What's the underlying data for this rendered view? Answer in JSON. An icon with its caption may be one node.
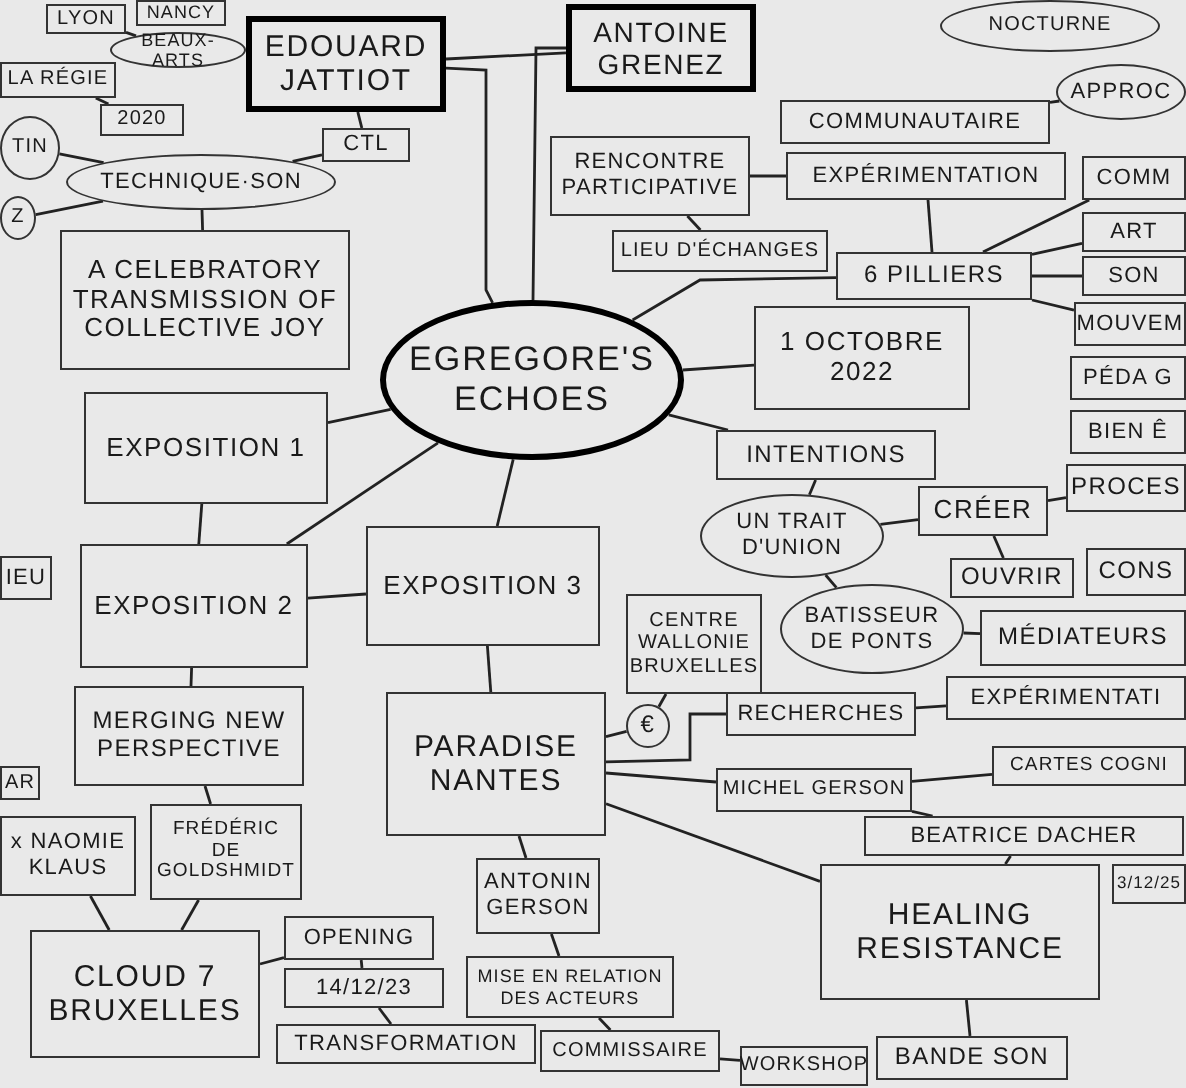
{
  "diagram": {
    "nodes": [
      {
        "text": [
          "EGREGORE'S ECHOES"
        ]
      },
      {
        "text": [
          "EDOUARD JATTIOT"
        ]
      },
      {
        "text": [
          "ANTOINE GRENEZ"
        ]
      },
      {
        "text": [
          "LYON"
        ]
      },
      {
        "text": [
          "NANCY"
        ]
      },
      {
        "text": [
          "BEAUX-ARTS"
        ]
      },
      {
        "text": [
          "LA RÉGIE"
        ]
      },
      {
        "text": [
          "2020"
        ]
      },
      {
        "text": [
          "CTL"
        ]
      },
      {
        "text": [
          "TIN"
        ]
      },
      {
        "text": [
          "TECHNIQUE·SON"
        ]
      },
      {
        "text": [
          "Z"
        ]
      },
      {
        "text": [
          "RENCONTRE PARTICIPATIVE"
        ]
      },
      {
        "text": [
          "COMMUNAUTAIRE"
        ]
      },
      {
        "text": [
          "EXPÉRIMENTATION"
        ]
      },
      {
        "text": [
          "LIEU D'ÉCHANGES"
        ]
      },
      {
        "text": [
          "NOCTURNE"
        ]
      },
      {
        "text": [
          "APPROC"
        ]
      },
      {
        "text": [
          "COMM"
        ]
      },
      {
        "text": [
          "ART"
        ]
      },
      {
        "text": [
          "SON"
        ]
      },
      {
        "text": [
          "MOUVEM"
        ]
      },
      {
        "text": [
          "PÉDA G"
        ]
      },
      {
        "text": [
          "BIEN Ê"
        ]
      },
      {
        "text": [
          "A CELEBRATORY TRANSMISSION OF COLLECTIVE JOY"
        ]
      },
      {
        "text": [
          "6 PILLIERS"
        ]
      },
      {
        "text": [
          "1 OCTOBRE 2022"
        ]
      },
      {
        "text": [
          "EXPOSITION 1"
        ]
      },
      {
        "text": [
          "INTENTIONS"
        ]
      },
      {
        "text": [
          "UN TRAIT D'UNION"
        ]
      },
      {
        "text": [
          "CRÉER"
        ]
      },
      {
        "text": [
          "PROCES"
        ]
      },
      {
        "text": [
          "CONS"
        ]
      },
      {
        "text": [
          "OUVRIR"
        ]
      },
      {
        "text": [
          "IEU"
        ]
      },
      {
        "text": [
          "EXPOSITION 3"
        ]
      },
      {
        "text": [
          "EXPOSITION 2"
        ]
      },
      {
        "text": [
          "CENTRE WALLONIE BRUXELLES"
        ]
      },
      {
        "text": [
          "BATISSEUR DE PONTS"
        ]
      },
      {
        "text": [
          "MÉDIATEURS"
        ]
      },
      {
        "text": [
          "EXPÉRIMENTATI"
        ]
      },
      {
        "text": [
          "MERGING NEW PERSPECTIVE"
        ]
      },
      {
        "text": [
          "PARADISE NANTES"
        ]
      },
      {
        "text": [
          "€"
        ]
      },
      {
        "text": [
          "RECHERCHES"
        ]
      },
      {
        "text": [
          "CARTES COGNI"
        ]
      },
      {
        "text": [
          "MICHEL GERSON"
        ]
      },
      {
        "text": [
          "AR"
        ]
      },
      {
        "text": [
          "BEATRICE DACHER"
        ]
      },
      {
        "text": [
          "x NAOMIE KLAUS"
        ]
      },
      {
        "text": [
          "FRÉDÉRIC DE GOLDSHMIDT"
        ]
      },
      {
        "text": [
          "3/12/25"
        ]
      },
      {
        "text": [
          "HEALING RESISTANCE"
        ]
      },
      {
        "text": [
          "ANTONIN GERSON"
        ]
      },
      {
        "text": [
          "OPENING"
        ]
      },
      {
        "text": [
          "CLOUD 7 BRUXELLES"
        ]
      },
      {
        "text": [
          "MISE EN RELATION DES ACTEURS"
        ]
      },
      {
        "text": [
          "14/12/23"
        ]
      },
      {
        "text": [
          "COMMISSAIRE"
        ]
      },
      {
        "text": [
          "TRANSFORMATION"
        ]
      },
      {
        "text": [
          "BANDE SON"
        ]
      },
      {
        "text": [
          "WORKSHOP"
        ]
      }
    ],
    "edges": [
      {
        "from": 0,
        "to": 1,
        "arrow": "none"
      },
      {
        "from": 0,
        "to": 2,
        "arrow": "none"
      },
      {
        "from": 1,
        "to": 2,
        "arrow": "none"
      },
      {
        "from": 1,
        "to": 8,
        "arrow": "none"
      },
      {
        "from": 8,
        "to": 10,
        "arrow": "none"
      },
      {
        "from": 10,
        "to": 24,
        "arrow": "none"
      },
      {
        "from": 0,
        "to": 27,
        "arrow": "none"
      },
      {
        "from": 0,
        "to": 36,
        "arrow": "none"
      },
      {
        "from": 0,
        "to": 35,
        "arrow": "none"
      },
      {
        "from": 27,
        "to": 36,
        "arrow": "none"
      },
      {
        "from": 36,
        "to": 35,
        "arrow": "none"
      },
      {
        "from": 36,
        "to": 41,
        "arrow": "none"
      },
      {
        "from": 41,
        "to": 50,
        "arrow": "none"
      },
      {
        "from": 50,
        "to": 55,
        "arrow": "none"
      },
      {
        "from": 55,
        "to": 54,
        "arrow": "none"
      },
      {
        "from": 54,
        "to": 57,
        "arrow": "none"
      },
      {
        "from": 57,
        "to": 59,
        "arrow": "none"
      },
      {
        "from": 35,
        "to": 42,
        "arrow": "none"
      },
      {
        "from": 42,
        "to": 43,
        "arrow": "none"
      },
      {
        "from": 43,
        "to": 37,
        "arrow": "none"
      },
      {
        "from": 42,
        "to": 53,
        "arrow": "none"
      },
      {
        "from": 53,
        "to": 56,
        "arrow": "none"
      },
      {
        "from": 56,
        "to": 58,
        "arrow": "none"
      },
      {
        "from": 42,
        "to": 44,
        "arrow": "none"
      },
      {
        "from": 42,
        "to": 46,
        "arrow": "none"
      },
      {
        "from": 42,
        "to": 52,
        "arrow": "none"
      },
      {
        "from": 52,
        "to": 60,
        "arrow": "none"
      },
      {
        "from": 0,
        "to": 28,
        "arrow": "none"
      },
      {
        "from": 0,
        "to": 25,
        "arrow": "none"
      },
      {
        "from": 0,
        "to": 26,
        "arrow": "none"
      },
      {
        "from": 28,
        "to": 29,
        "arrow": "none"
      },
      {
        "from": 29,
        "to": 30,
        "arrow": "none"
      },
      {
        "from": 29,
        "to": 38,
        "arrow": "none"
      },
      {
        "from": 30,
        "to": 31,
        "arrow": "none"
      },
      {
        "from": 30,
        "to": 33,
        "arrow": "none"
      },
      {
        "from": 38,
        "to": 39,
        "arrow": "none"
      },
      {
        "from": 44,
        "to": 40,
        "arrow": "none"
      },
      {
        "from": 46,
        "to": 45,
        "arrow": "none"
      },
      {
        "from": 25,
        "to": 14,
        "arrow": "none"
      },
      {
        "from": 25,
        "to": 18,
        "arrow": "none"
      },
      {
        "from": 25,
        "to": 19,
        "arrow": "none"
      },
      {
        "from": 25,
        "to": 20,
        "arrow": "none"
      },
      {
        "from": 25,
        "to": 21,
        "arrow": "none"
      },
      {
        "from": 12,
        "to": 14,
        "arrow": "none"
      },
      {
        "from": 12,
        "to": 15,
        "arrow": "none"
      },
      {
        "from": 13,
        "to": 17,
        "arrow": "none"
      },
      {
        "from": 5,
        "to": 3,
        "arrow": "none"
      },
      {
        "from": 6,
        "to": 7,
        "arrow": "none"
      },
      {
        "from": 9,
        "to": 10,
        "arrow": "none"
      },
      {
        "from": 11,
        "to": 10,
        "arrow": "none"
      },
      {
        "from": 46,
        "to": 48,
        "arrow": "none"
      },
      {
        "from": 58,
        "to": 61,
        "arrow": "none"
      },
      {
        "from": 55,
        "to": 49,
        "arrow": "none"
      },
      {
        "from": 52,
        "to": 48,
        "arrow": "none"
      }
    ]
  }
}
